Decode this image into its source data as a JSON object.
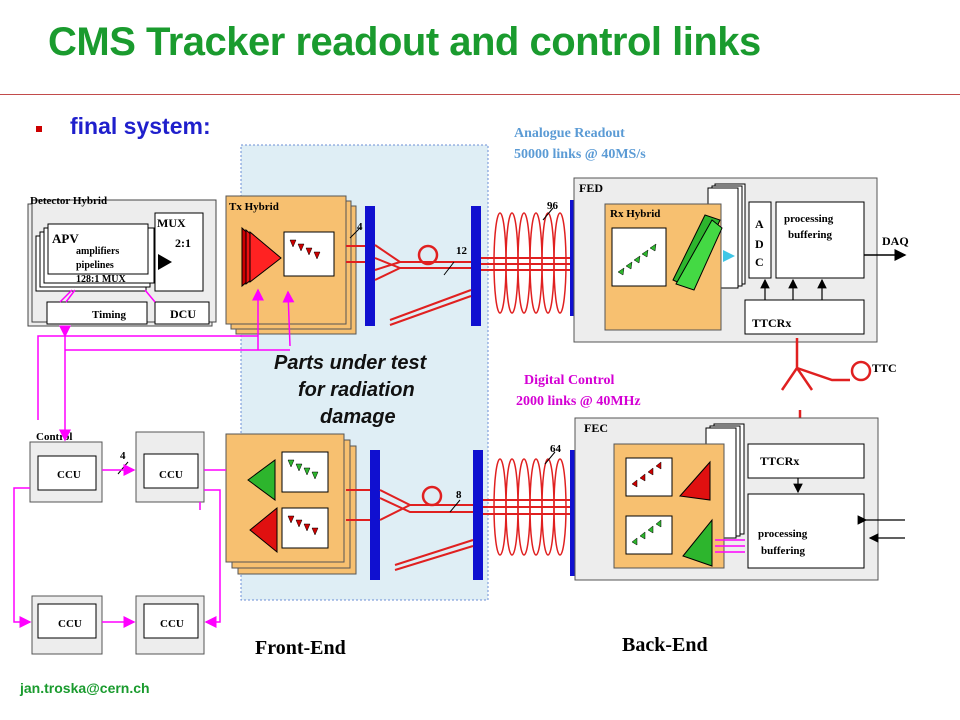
{
  "header": {
    "title": "CMS Tracker readout and control links",
    "subtitle": "final system:"
  },
  "labels": {
    "analogue_line1": "Analogue Readout",
    "analogue_line2": "50000 links @ 40MS/s",
    "digital_line1": "Digital Control",
    "digital_line2": "2000 links @ 40MHz",
    "radiation_line1": "Parts under test",
    "radiation_line2": "for radiation",
    "radiation_line3": "damage",
    "front_end": "Front-End",
    "back_end": "Back-End"
  },
  "blocks": {
    "detector_hybrid": "Detector Hybrid",
    "apv": "APV",
    "amp_line1": "amplifiers",
    "amp_line2": "pipelines",
    "amp_line3": "128:1 MUX",
    "mux_line1": "MUX",
    "mux_line2": "2:1",
    "timing": "Timing",
    "dcu": "DCU",
    "tx_hybrid": "Tx Hybrid",
    "fed": "FED",
    "rx_hybrid": "Rx Hybrid",
    "adc": [
      "A",
      "D",
      "C"
    ],
    "processing": "processing",
    "buffering": "buffering",
    "daq": "DAQ",
    "ttcrx": "TTCRx",
    "ttc": "TTC",
    "fec": "FEC",
    "control": "Control",
    "ccu": "CCU"
  },
  "link_counts": {
    "tx_fibres": "4",
    "readout_ribbon": "12",
    "readout_bundle": "96",
    "fed_ribbon": "12",
    "control_ribbon": "8",
    "control_bundle": "64",
    "ccu_bus": "4"
  },
  "footer": {
    "email": "jan.troska@cern.ch"
  },
  "colors": {
    "title_green": "#1a9b2e",
    "subtitle_blue": "#1f1fcc",
    "link_label_blue": "#5b9bd5",
    "digital_magenta": "#d400d4",
    "fibre_red": "#e02020",
    "connector_blue": "#1010d0",
    "hybrid_orange": "#f7c070"
  }
}
